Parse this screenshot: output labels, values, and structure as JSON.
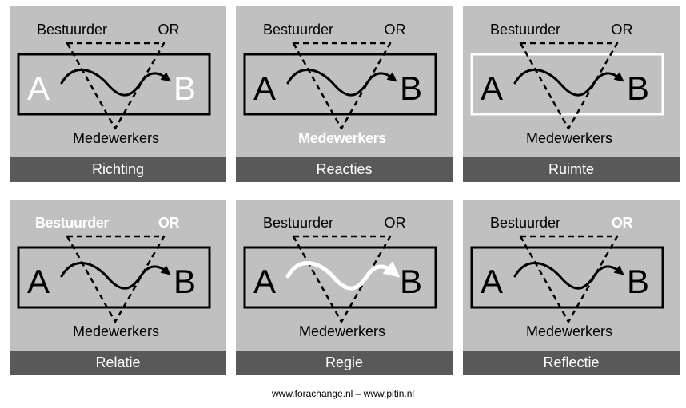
{
  "labels": {
    "top_left": "Bestuurder",
    "top_right": "OR",
    "bottom": "Medewerkers",
    "start": "A",
    "end": "B"
  },
  "colors": {
    "panel_background": "#c0c0c0",
    "caption_bar": "#595959",
    "highlight": "#ffffff",
    "default": "#000000"
  },
  "panels": [
    {
      "title": "Richting",
      "highlight": "A-B"
    },
    {
      "title": "Reacties",
      "highlight": "Medewerkers"
    },
    {
      "title": "Ruimte",
      "highlight": "frame"
    },
    {
      "title": "Relatie",
      "highlight": "Bestuurder-OR"
    },
    {
      "title": "Regie",
      "highlight": "arrow"
    },
    {
      "title": "Reflectie",
      "highlight": "OR"
    }
  ],
  "footer": "www.forachange.nl – www.pitin.nl"
}
